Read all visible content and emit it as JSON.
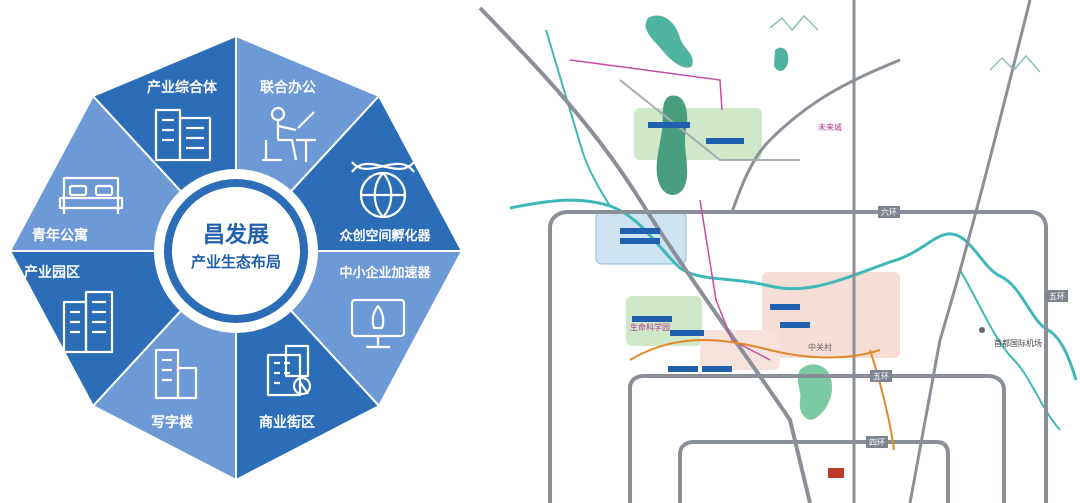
{
  "wheel": {
    "center_title": "昌发展",
    "center_subtitle": "产业生态布局",
    "segments": [
      {
        "label": "联合办公",
        "icon": "person-at-desk-icon",
        "color": "#6d9ad6"
      },
      {
        "label": "众创空间孵化器",
        "icon": "globe-dna-icon",
        "color": "#2c6db8"
      },
      {
        "label": "中小企业加速器",
        "icon": "monitor-rocket-icon",
        "color": "#6d9ad6"
      },
      {
        "label": "商业街区",
        "icon": "store-building-icon",
        "color": "#2c6db8"
      },
      {
        "label": "写字楼",
        "icon": "office-building-icon",
        "color": "#6d9ad6"
      },
      {
        "label": "产业园区",
        "icon": "industrial-park-icon",
        "color": "#2c6db8"
      },
      {
        "label": "青年公寓",
        "icon": "bed-icon",
        "color": "#6d9ad6"
      },
      {
        "label": "产业综合体",
        "icon": "tower-complex-icon",
        "color": "#2c6db8"
      }
    ]
  },
  "map": {
    "ring_road_labels": [
      "六环",
      "五环",
      "四环",
      "五环"
    ],
    "district_labels": [
      "未来城",
      "生命科学园",
      "中关村"
    ],
    "airport_label": "首都国际机场",
    "colors": {
      "green_zone": "#cfe8c9",
      "blue_zone": "#cde3f0",
      "pink_zone": "#f6ddd6",
      "river": "#3fb8b8",
      "road": "#8a8f98",
      "lake": "#4fb3a0"
    }
  }
}
